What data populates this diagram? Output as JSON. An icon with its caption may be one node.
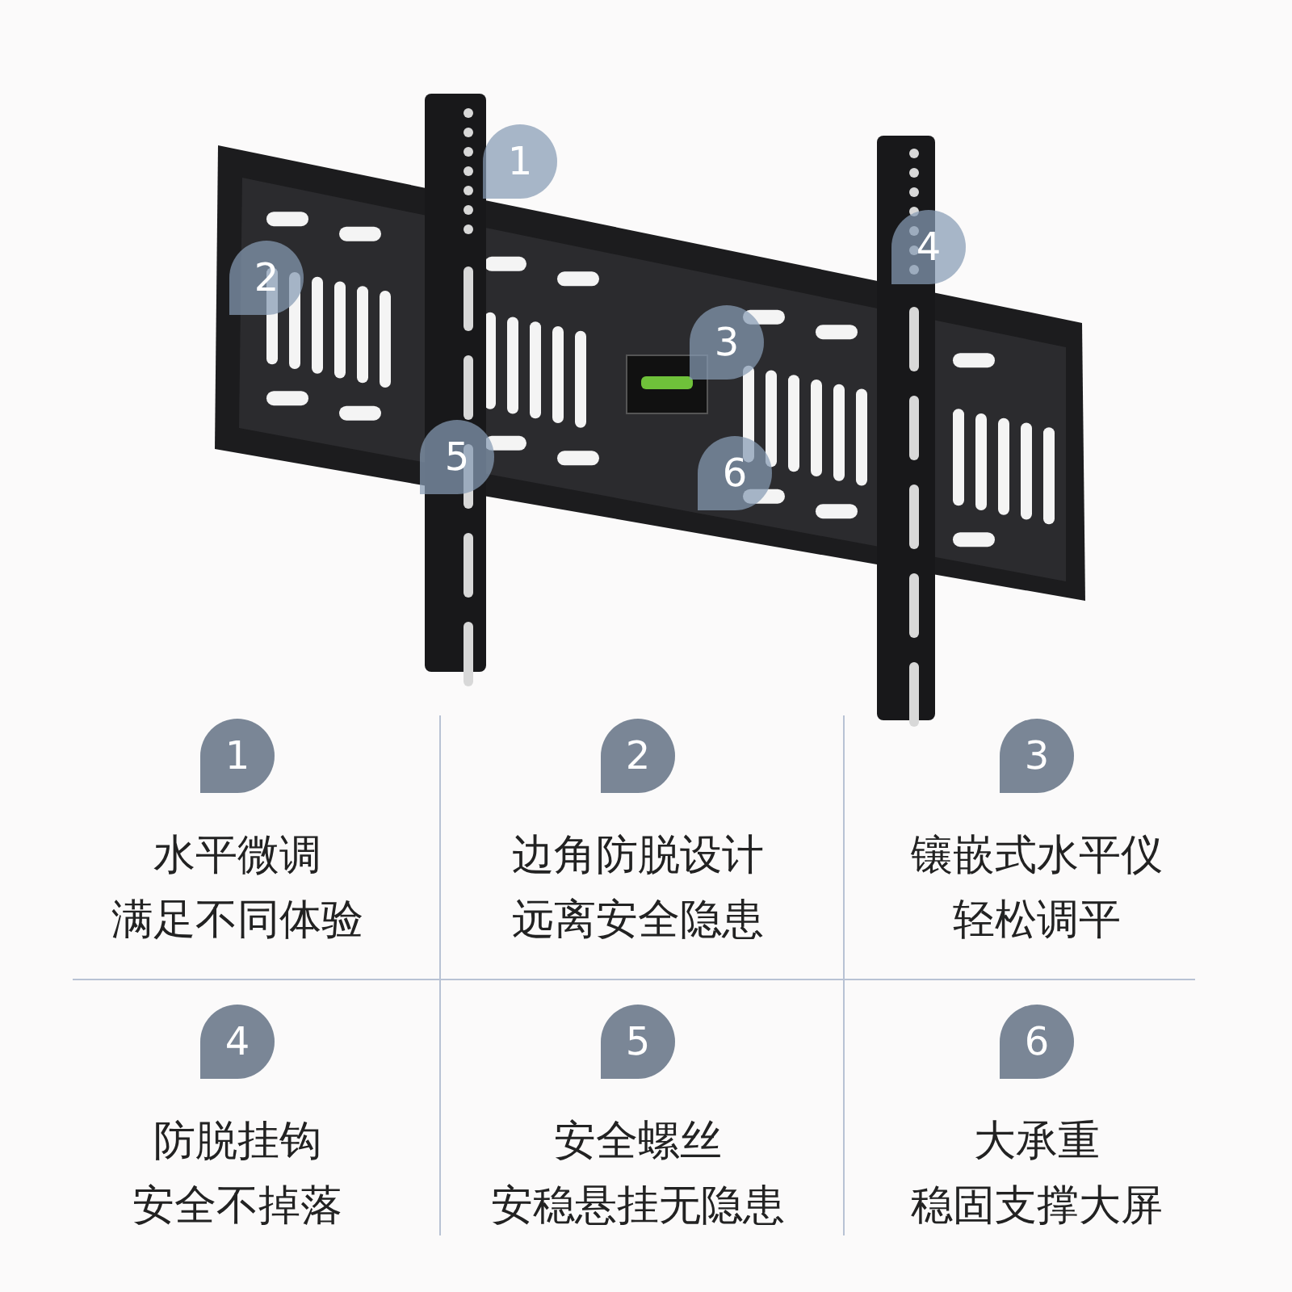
{
  "diagram": {
    "labels": [
      "1",
      "4",
      "2",
      "3",
      "5",
      "6",
      "1",
      "水平微调",
      "满足不同体验",
      "2",
      "边角防脱设计",
      "远离安全隐患",
      "3",
      "镶嵌式水平仪",
      "轻松调平",
      "4",
      "防脱挂钩",
      "安全不掉落",
      "5",
      "安全螺丝",
      "安稳悬挂无隐患",
      "6",
      "大承重",
      "稳固支撑大屏"
    ]
  }
}
